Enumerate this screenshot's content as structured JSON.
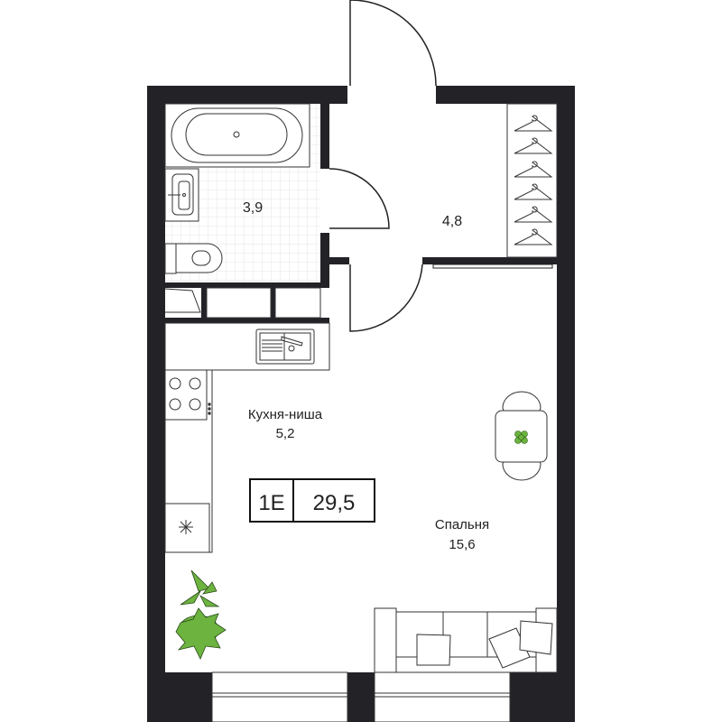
{
  "rooms": {
    "bathroom": {
      "area": "3,9"
    },
    "hallway": {
      "area": "4,8"
    },
    "kitchen": {
      "name": "Кухня-ниша",
      "area": "5,2"
    },
    "bedroom": {
      "name": "Спальня",
      "area": "15,6"
    }
  },
  "apartment": {
    "type": "1E",
    "total_area": "29,5"
  },
  "colors": {
    "wall": "#232327",
    "plant": "#6cb33f",
    "line": "#333333",
    "tile": "#eeeeee"
  }
}
